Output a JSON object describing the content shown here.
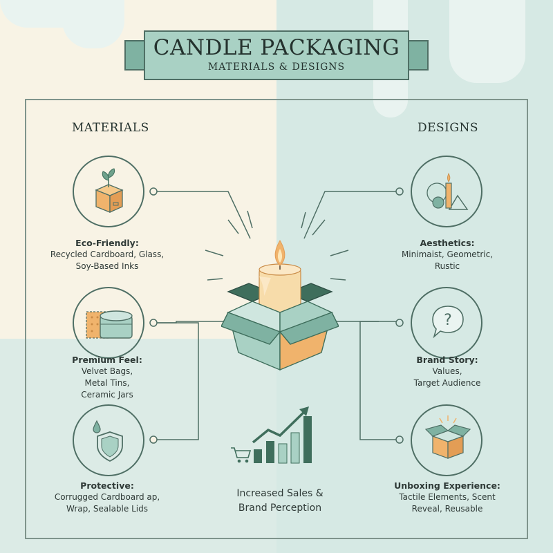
{
  "title": "CANDLE PACKAGING",
  "subtitle": "MATERIALS & DESIGNS",
  "materials": {
    "heading": "MATERIALS",
    "items": [
      {
        "title": "Eco-Friendly:",
        "lines": [
          "Recycled Cardboard, Glass,",
          "Soy-Based Inks"
        ],
        "icon": "eco-box-icon"
      },
      {
        "title": "Premium Feel:",
        "lines": [
          "Velvet Bags,",
          "Metal Tins,",
          "Ceramic Jars"
        ],
        "icon": "tin-fabric-icon"
      },
      {
        "title": "Protective:",
        "lines": [
          "Corrugged Cardboard ap,",
          "Wrap, Sealable Lids"
        ],
        "icon": "shield-drop-icon"
      }
    ]
  },
  "designs": {
    "heading": "DESIGNS",
    "items": [
      {
        "title": "Aesthetics:",
        "lines": [
          "Minimaist, Geometric,",
          "Rustic"
        ],
        "icon": "geometric-candle-icon"
      },
      {
        "title": "Brand Story:",
        "lines": [
          "Values,",
          "Target Audience"
        ],
        "icon": "question-bubble-icon"
      },
      {
        "title": "Unboxing Experience:",
        "lines": [
          "Tactile Elements, Scent",
          "Reveal, Reusable"
        ],
        "icon": "open-box-icon"
      }
    ]
  },
  "result": {
    "lines": [
      "Increased Sales &",
      "Brand Perception"
    ],
    "icon": "sales-chart-icon"
  },
  "colors": {
    "cream": "#f8f3e5",
    "mint": "#d6e9e4",
    "teal": "#4f6f65",
    "banner": "#a9d1c4",
    "box_orange": "#f0b36c"
  }
}
